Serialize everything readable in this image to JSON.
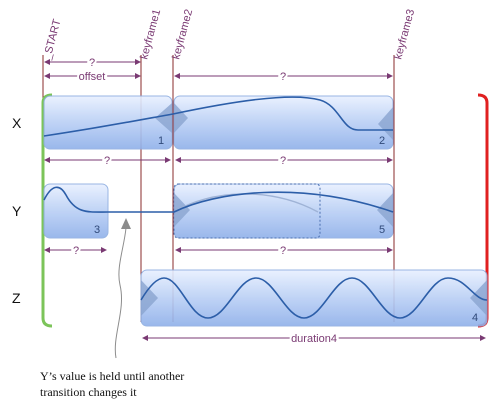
{
  "markers": {
    "start": "_START",
    "keyframe1": "keyframe1",
    "keyframe2": "keyframe2",
    "keyframe3": "keyframe3"
  },
  "rows": {
    "x": "X",
    "y": "Y",
    "z": "Z"
  },
  "segments": {
    "offset_question": "?",
    "offset_label": "offset",
    "kf2_kf3_question": "?",
    "x1_question": "?",
    "x2_question": "?",
    "y3_question": "?",
    "y5_question": "?",
    "duration4_label": "duration4"
  },
  "transitions": {
    "t1": "1",
    "t2": "2",
    "t3": "3",
    "t4": "4",
    "t5": "5"
  },
  "note": {
    "line1": "Y’s value is held until another",
    "line2": "transition changes it"
  },
  "colors": {
    "marker_line": "#8a2b2b",
    "measure": "#7a3a73",
    "curve": "#2c5ea8",
    "start_bracket": "#7cc45a",
    "end_bracket": "#e02020"
  }
}
